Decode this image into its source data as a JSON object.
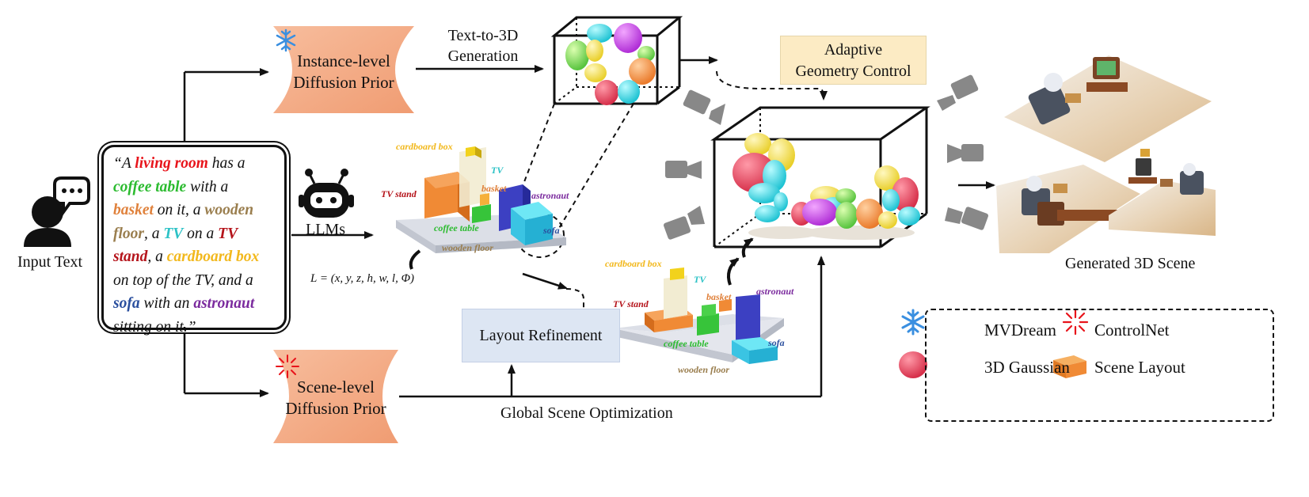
{
  "input": {
    "label": "Input Text",
    "quote_lines": [
      [
        {
          "t": "“A ",
          "c": ""
        },
        {
          "t": "living room",
          "c": "#e8141b",
          "b": true
        },
        {
          "t": " has a",
          "c": ""
        }
      ],
      [
        {
          "t": "coffee table",
          "c": "#2bbb2f",
          "b": true
        },
        {
          "t": " with a",
          "c": ""
        }
      ],
      [
        {
          "t": "basket",
          "c": "#e0813b",
          "b": true
        },
        {
          "t": " on it, a ",
          "c": ""
        },
        {
          "t": "wooden",
          "c": "#9a7e4e",
          "b": true
        }
      ],
      [
        {
          "t": "floor",
          "c": "#9a7e4e",
          "b": true
        },
        {
          "t": ", a ",
          "c": ""
        },
        {
          "t": "TV",
          "c": "#2cc2c6",
          "b": true
        },
        {
          "t": " on a ",
          "c": ""
        },
        {
          "t": "TV",
          "c": "#b5141b",
          "b": true
        }
      ],
      [
        {
          "t": "stand",
          "c": "#b5141b",
          "b": true
        },
        {
          "t": ", a ",
          "c": ""
        },
        {
          "t": "cardboard box",
          "c": "#f2b81c",
          "b": true
        }
      ],
      [
        {
          "t": "on top of the TV, and a",
          "c": ""
        }
      ],
      [
        {
          "t": "sofa",
          "c": "#2a4f9e",
          "b": true
        },
        {
          "t": " with an ",
          "c": ""
        },
        {
          "t": "astronaut",
          "c": "#7b2b9e",
          "b": true
        }
      ],
      [
        {
          "t": "sitting on it.”",
          "c": ""
        }
      ]
    ]
  },
  "nodes": {
    "instance_prior": [
      "Instance-level",
      "Diffusion Prior"
    ],
    "scene_prior": [
      "Scene-level",
      "Diffusion Prior"
    ],
    "llm": "LLMs",
    "text_to_3d": [
      "Text-to-3D",
      "Generation"
    ],
    "adaptive": [
      "Adaptive",
      "Geometry Control"
    ],
    "layout_refinement": "Layout Refinement",
    "global_opt": "Global Scene Optimization",
    "generated": "Generated 3D Scene",
    "layout_formula": "L = (x, y, z, h, w, l, Φ)"
  },
  "layout_labels": {
    "cardboard_box": "cardboard box",
    "tv": "TV",
    "tv_stand": "TV stand",
    "basket": "basket",
    "astronaut": "astronaut",
    "coffee_table": "coffee table",
    "sofa": "sofa",
    "wooden_floor": "wooden floor"
  },
  "legend": {
    "mvdream": "MVDream",
    "controlnet": "ControlNet",
    "gaussian": "3D Gaussian",
    "scene_layout": "Scene Layout"
  },
  "colors": {
    "hourglass": "#f3a882",
    "cardboard": "#f2b81c",
    "tv": "#2cc2c6",
    "tv_stand": "#b5141b",
    "basket": "#e0813b",
    "astronaut": "#7b2b9e",
    "coffee_table": "#2bbb2f",
    "sofa": "#2a4f9e",
    "floor": "#9a7e4e",
    "adaptive_bg": "#fcebc4",
    "refine_bg": "#dde6f3"
  },
  "icons": [
    "user-speech-icon",
    "robot-icon",
    "snowflake-icon",
    "spark-icon",
    "camera-icon",
    "gaussian-icon",
    "layout-cube-icon"
  ]
}
